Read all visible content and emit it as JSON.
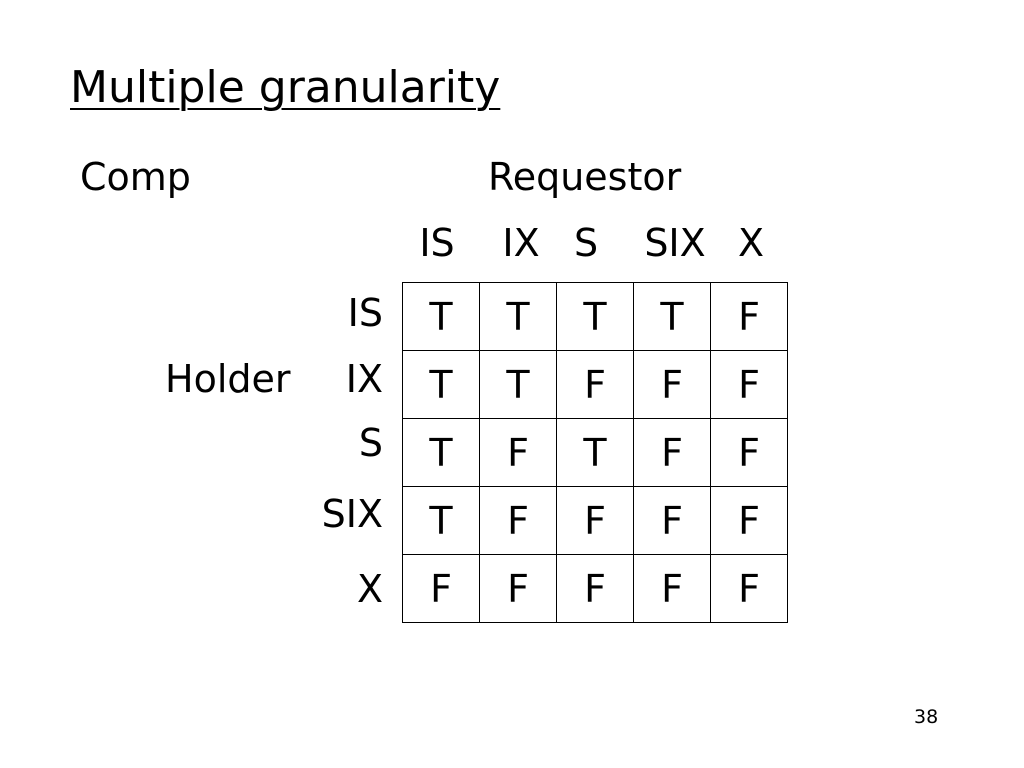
{
  "slide": {
    "title": "Multiple granularity",
    "comp_label": "Comp",
    "requestor_label": "Requestor",
    "holder_label": "Holder",
    "page_number": "38"
  },
  "matrix": {
    "columns": [
      "IS",
      "IX",
      "S",
      "SIX",
      "X"
    ],
    "rows": [
      {
        "label": "IS",
        "cells": [
          "T",
          "T",
          "T",
          "T",
          "F"
        ]
      },
      {
        "label": "IX",
        "cells": [
          "T",
          "T",
          "F",
          "F",
          "F"
        ]
      },
      {
        "label": "S",
        "cells": [
          "T",
          "F",
          "T",
          "F",
          "F"
        ]
      },
      {
        "label": "SIX",
        "cells": [
          "T",
          "F",
          "F",
          "F",
          "F"
        ]
      },
      {
        "label": "X",
        "cells": [
          "F",
          "F",
          "F",
          "F",
          "F"
        ]
      }
    ]
  }
}
